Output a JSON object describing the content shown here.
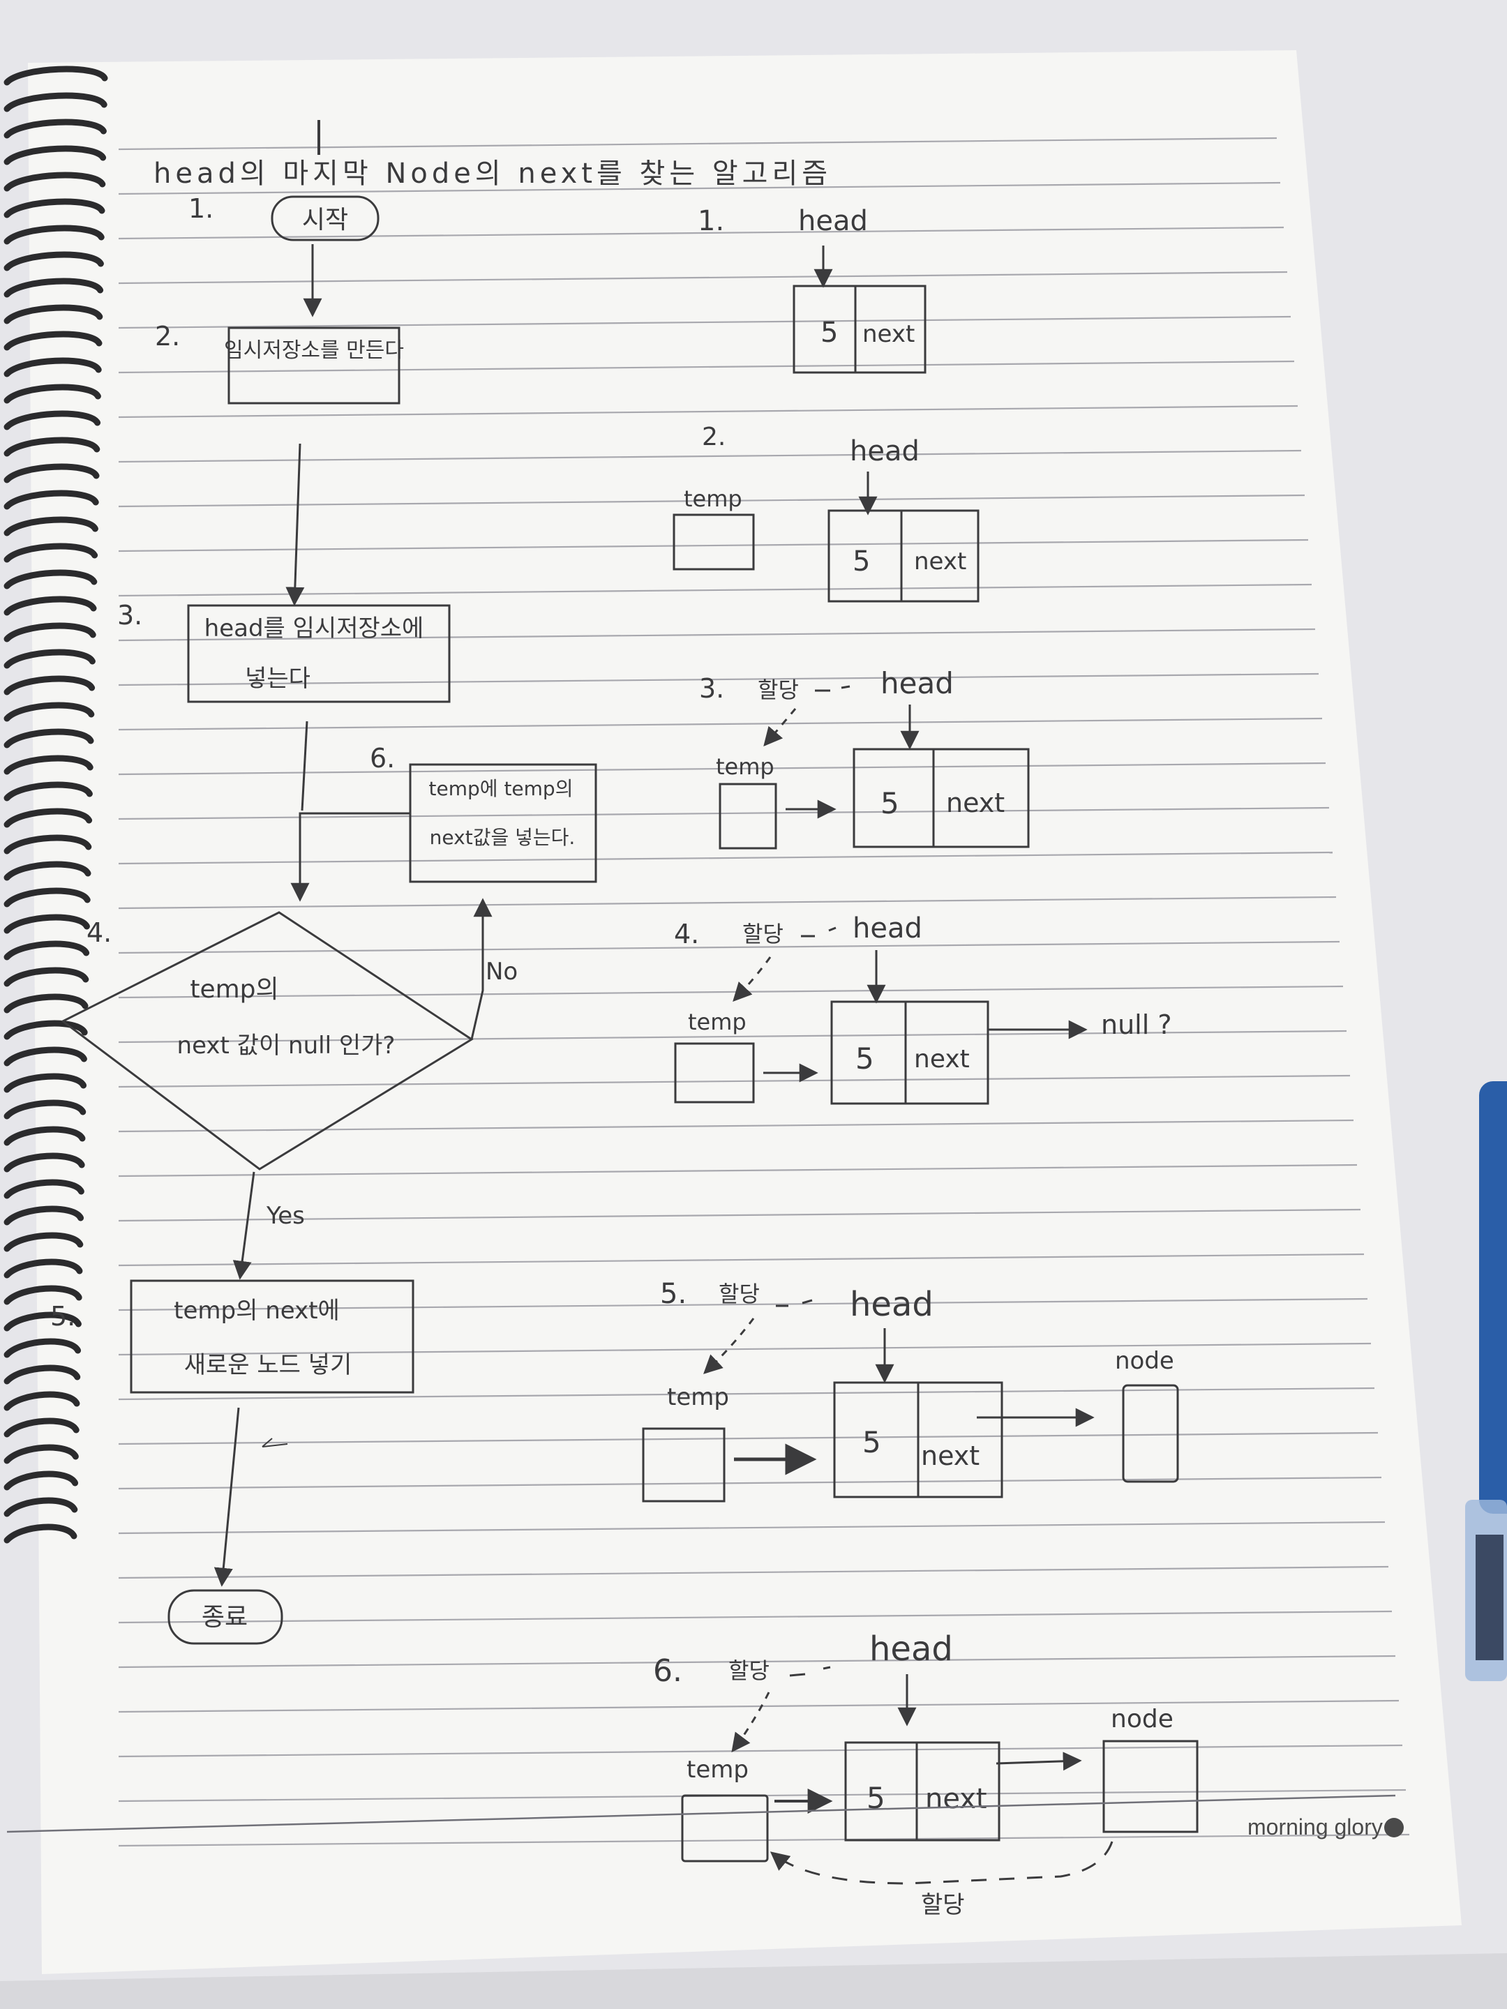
{
  "title": "head의 마지막 Node의 next를 찾는 알고리즘",
  "brand": "morning glory",
  "flowchart": {
    "steps": [
      {
        "num": "1.",
        "text": "시작"
      },
      {
        "num": "2.",
        "text": "임시저장소를 만든다"
      },
      {
        "num": "3.",
        "line1": "head를 임시저장소에",
        "line2": "넣는다"
      },
      {
        "num": "4.",
        "line1": "temp의",
        "line2": "next 값이 null 인가?"
      },
      {
        "num": "5.",
        "line1": "temp의 next에",
        "line2": "새로운 노드 넣기"
      },
      {
        "num": "6.",
        "line1": "temp에 temp의",
        "line2": "next값을 넣는다."
      }
    ],
    "end": "종료",
    "no_label": "No",
    "yes_label": "Yes"
  },
  "diagrams": [
    {
      "num": "1.",
      "head": "head",
      "value": "5",
      "next": "next"
    },
    {
      "num": "2.",
      "head": "head",
      "temp": "temp",
      "value": "5",
      "next": "next"
    },
    {
      "num": "3.",
      "assign": "할당",
      "head": "head",
      "temp": "temp",
      "value": "5",
      "next": "next"
    },
    {
      "num": "4.",
      "assign": "할당",
      "head": "head",
      "temp": "temp",
      "value": "5",
      "next": "next",
      "null": "null ?"
    },
    {
      "num": "5.",
      "assign": "할당",
      "head": "head",
      "temp": "temp",
      "value": "5",
      "next": "next",
      "node": "node"
    },
    {
      "num": "6.",
      "assign": "할당",
      "head": "head",
      "temp": "temp",
      "value": "5",
      "next": "next",
      "node": "node",
      "assign_bottom": "할당"
    }
  ],
  "colors": {
    "ink": "#3b3b3d",
    "paper": "#f6f6f4",
    "rule": "#9a9aa0",
    "spiral": "#2b2b2d"
  }
}
